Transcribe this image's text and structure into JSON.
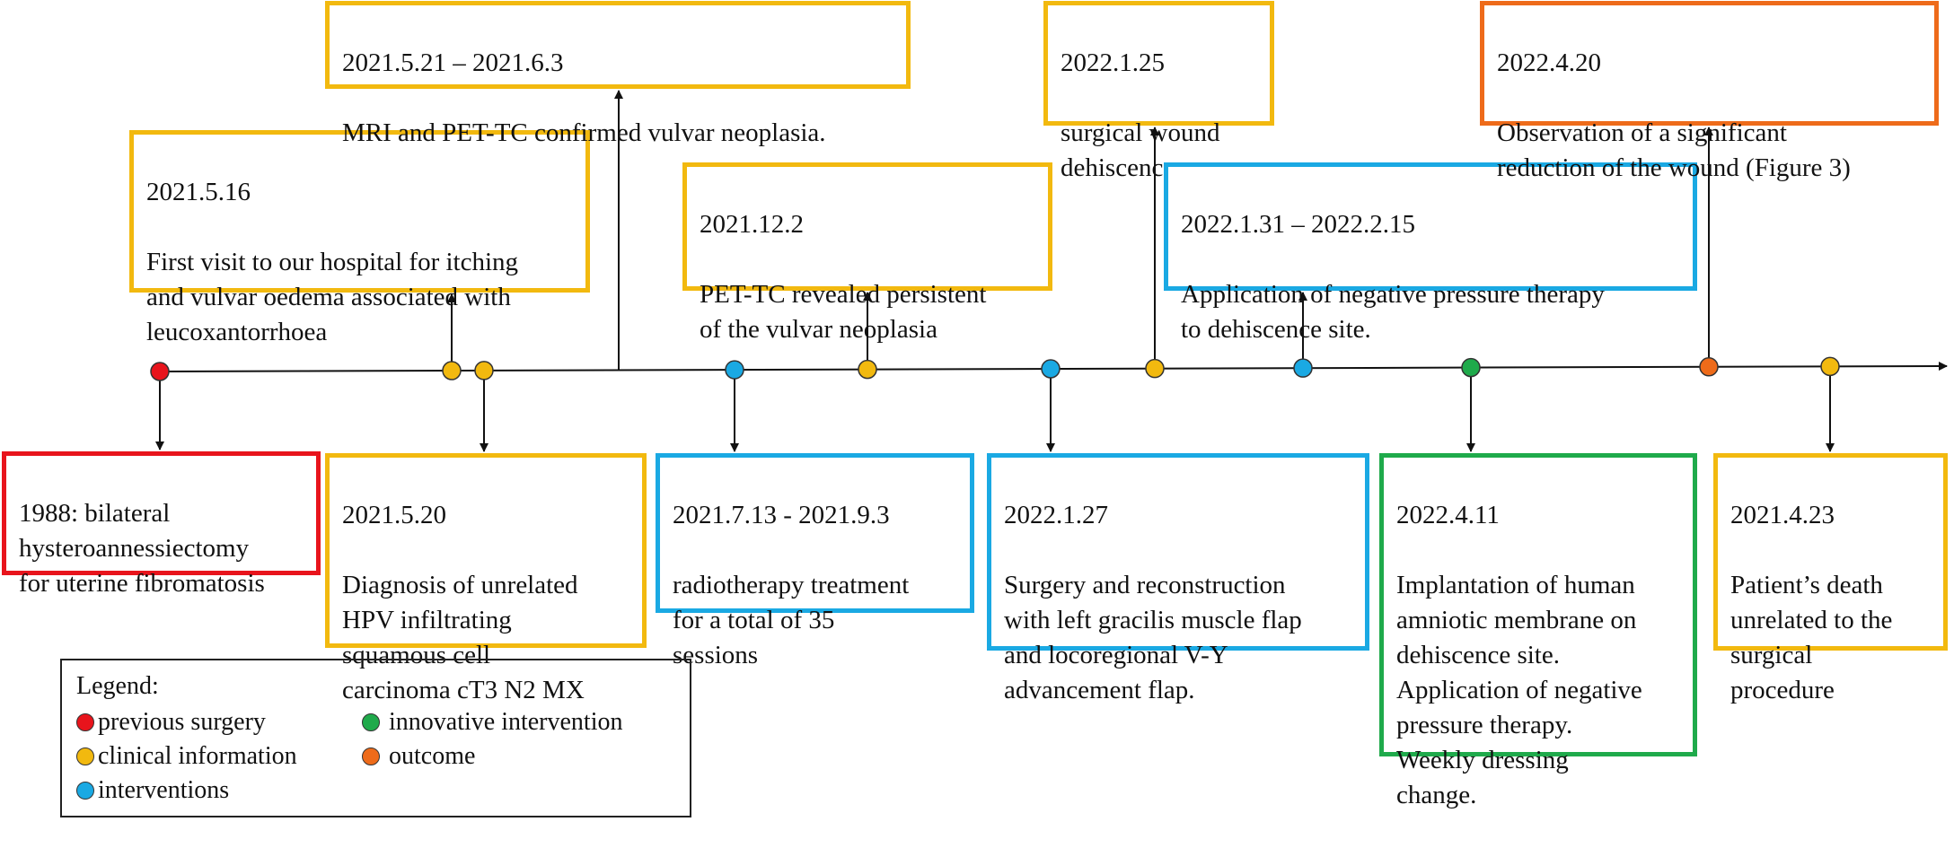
{
  "colors": {
    "previous_surgery": "#e8141c",
    "clinical_information": "#f2b90f",
    "interventions": "#1aa9e3",
    "innovative_intervention": "#1faa4b",
    "outcome": "#ee6b1a",
    "line": "#111111"
  },
  "events": [
    {
      "id": "e1988",
      "date": "",
      "text": "1988: bilateral\nhysteroannessiectomy\nfor uterine fibromatosis",
      "category": "previous_surgery"
    },
    {
      "id": "e20210516",
      "date": "2021.5.16",
      "text": "First visit to our hospital for itching\nand vulvar oedema associated with\nleucoxantorrhoea",
      "category": "clinical_information"
    },
    {
      "id": "e20210520",
      "date": "2021.5.20",
      "text": "Diagnosis of unrelated\nHPV infiltrating\nsquamous cell\ncarcinoma cT3 N2 MX",
      "category": "clinical_information"
    },
    {
      "id": "e20210521",
      "date": "2021.5.21 – 2021.6.3",
      "text": "MRI and PET-TC confirmed vulvar neoplasia.",
      "category": "clinical_information"
    },
    {
      "id": "e20210713",
      "date": "2021.7.13 - 2021.9.3",
      "text": "radiotherapy treatment\nfor a total of 35\nsessions",
      "category": "interventions"
    },
    {
      "id": "e20211202",
      "date": "2021.12.2",
      "text": "PET-TC revealed persistent\nof the vulvar neoplasia",
      "category": "clinical_information"
    },
    {
      "id": "e20220125",
      "date": "2022.1.25",
      "text": "surgical wound\ndehiscence",
      "category": "clinical_information"
    },
    {
      "id": "e20220127",
      "date": "2022.1.27",
      "text": "Surgery and reconstruction\nwith left gracilis muscle flap\nand locoregional V-Y\nadvancement flap.",
      "category": "interventions"
    },
    {
      "id": "e20220131",
      "date": "2022.1.31 – 2022.2.15",
      "text": "Application of negative pressure therapy\nto dehiscence site.",
      "category": "interventions"
    },
    {
      "id": "e20220411",
      "date": "2022.4.11",
      "text": "Implantation of human\namniotic membrane on\ndehiscence site.\nApplication of negative\npressure therapy.\nWeekly dressing\nchange.",
      "category": "innovative_intervention"
    },
    {
      "id": "e20220420",
      "date": "2022.4.20",
      "text": "Observation of a significant\nreduction of the wound (Figure 3)",
      "category": "outcome"
    },
    {
      "id": "e20210423",
      "date": "2021.4.23",
      "text": "Patient’s death\nunrelated to the\nsurgical\nprocedure",
      "category": "clinical_information"
    }
  ],
  "legend": {
    "title": "Legend:",
    "items": [
      {
        "label": "previous surgery",
        "category": "previous_surgery"
      },
      {
        "label": "clinical information",
        "category": "clinical_information"
      },
      {
        "label": "interventions",
        "category": "interventions"
      },
      {
        "label": "innovative intervention",
        "category": "innovative_intervention"
      },
      {
        "label": "outcome",
        "category": "outcome"
      }
    ]
  }
}
